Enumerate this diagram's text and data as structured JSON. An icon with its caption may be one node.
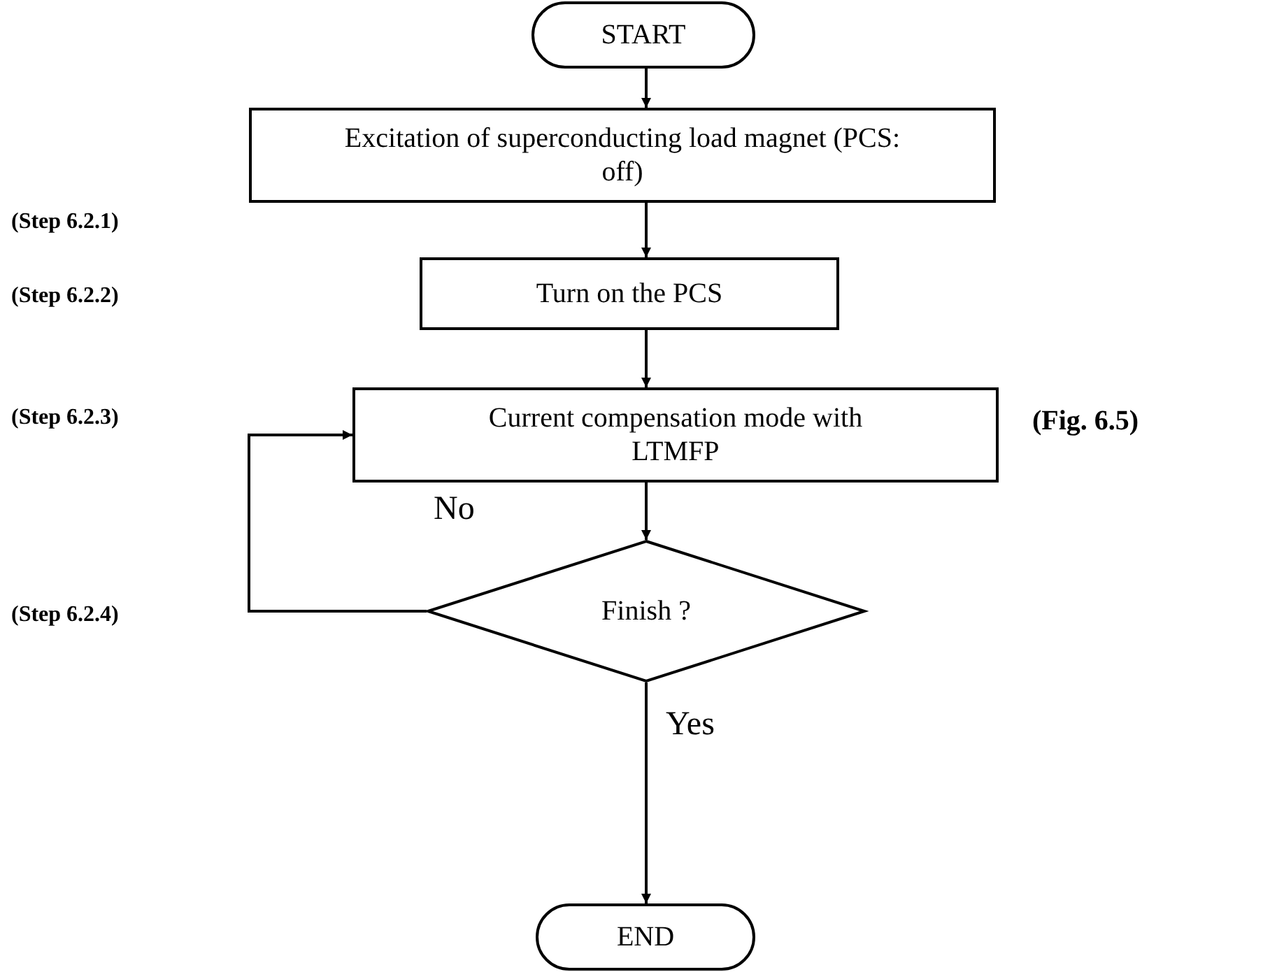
{
  "diagram": {
    "nodes": [
      {
        "text": [
          "START"
        ]
      },
      {
        "text": [
          "Excitation of superconducting load magnet (PCS: off)"
        ]
      },
      {
        "text": [
          "Turn on the PCS"
        ]
      },
      {
        "text": [
          "Current compensation mode with LTMFP"
        ],
        "beside": [
          "(Fig. 6.5)"
        ]
      },
      {
        "text": [
          "Finish ?"
        ]
      },
      {
        "text": [
          "END"
        ]
      }
    ],
    "edges": [
      {
        "from": 0,
        "to": 1,
        "arrow": "to"
      },
      {
        "from": 1,
        "to": 2,
        "arrow": "to"
      },
      {
        "from": 2,
        "to": 3,
        "arrow": "to"
      },
      {
        "from": 3,
        "to": 4,
        "arrow": "to"
      },
      {
        "from": 4,
        "to": 3,
        "arrow": "to",
        "label": "No"
      },
      {
        "from": 4,
        "to": 5,
        "arrow": "to",
        "label": "Yes"
      }
    ],
    "labels": [
      "(Step 6.2.1)",
      "(Step 6.2.2)",
      "(Step 6.2.3)",
      "(Step 6.2.4)"
    ]
  }
}
